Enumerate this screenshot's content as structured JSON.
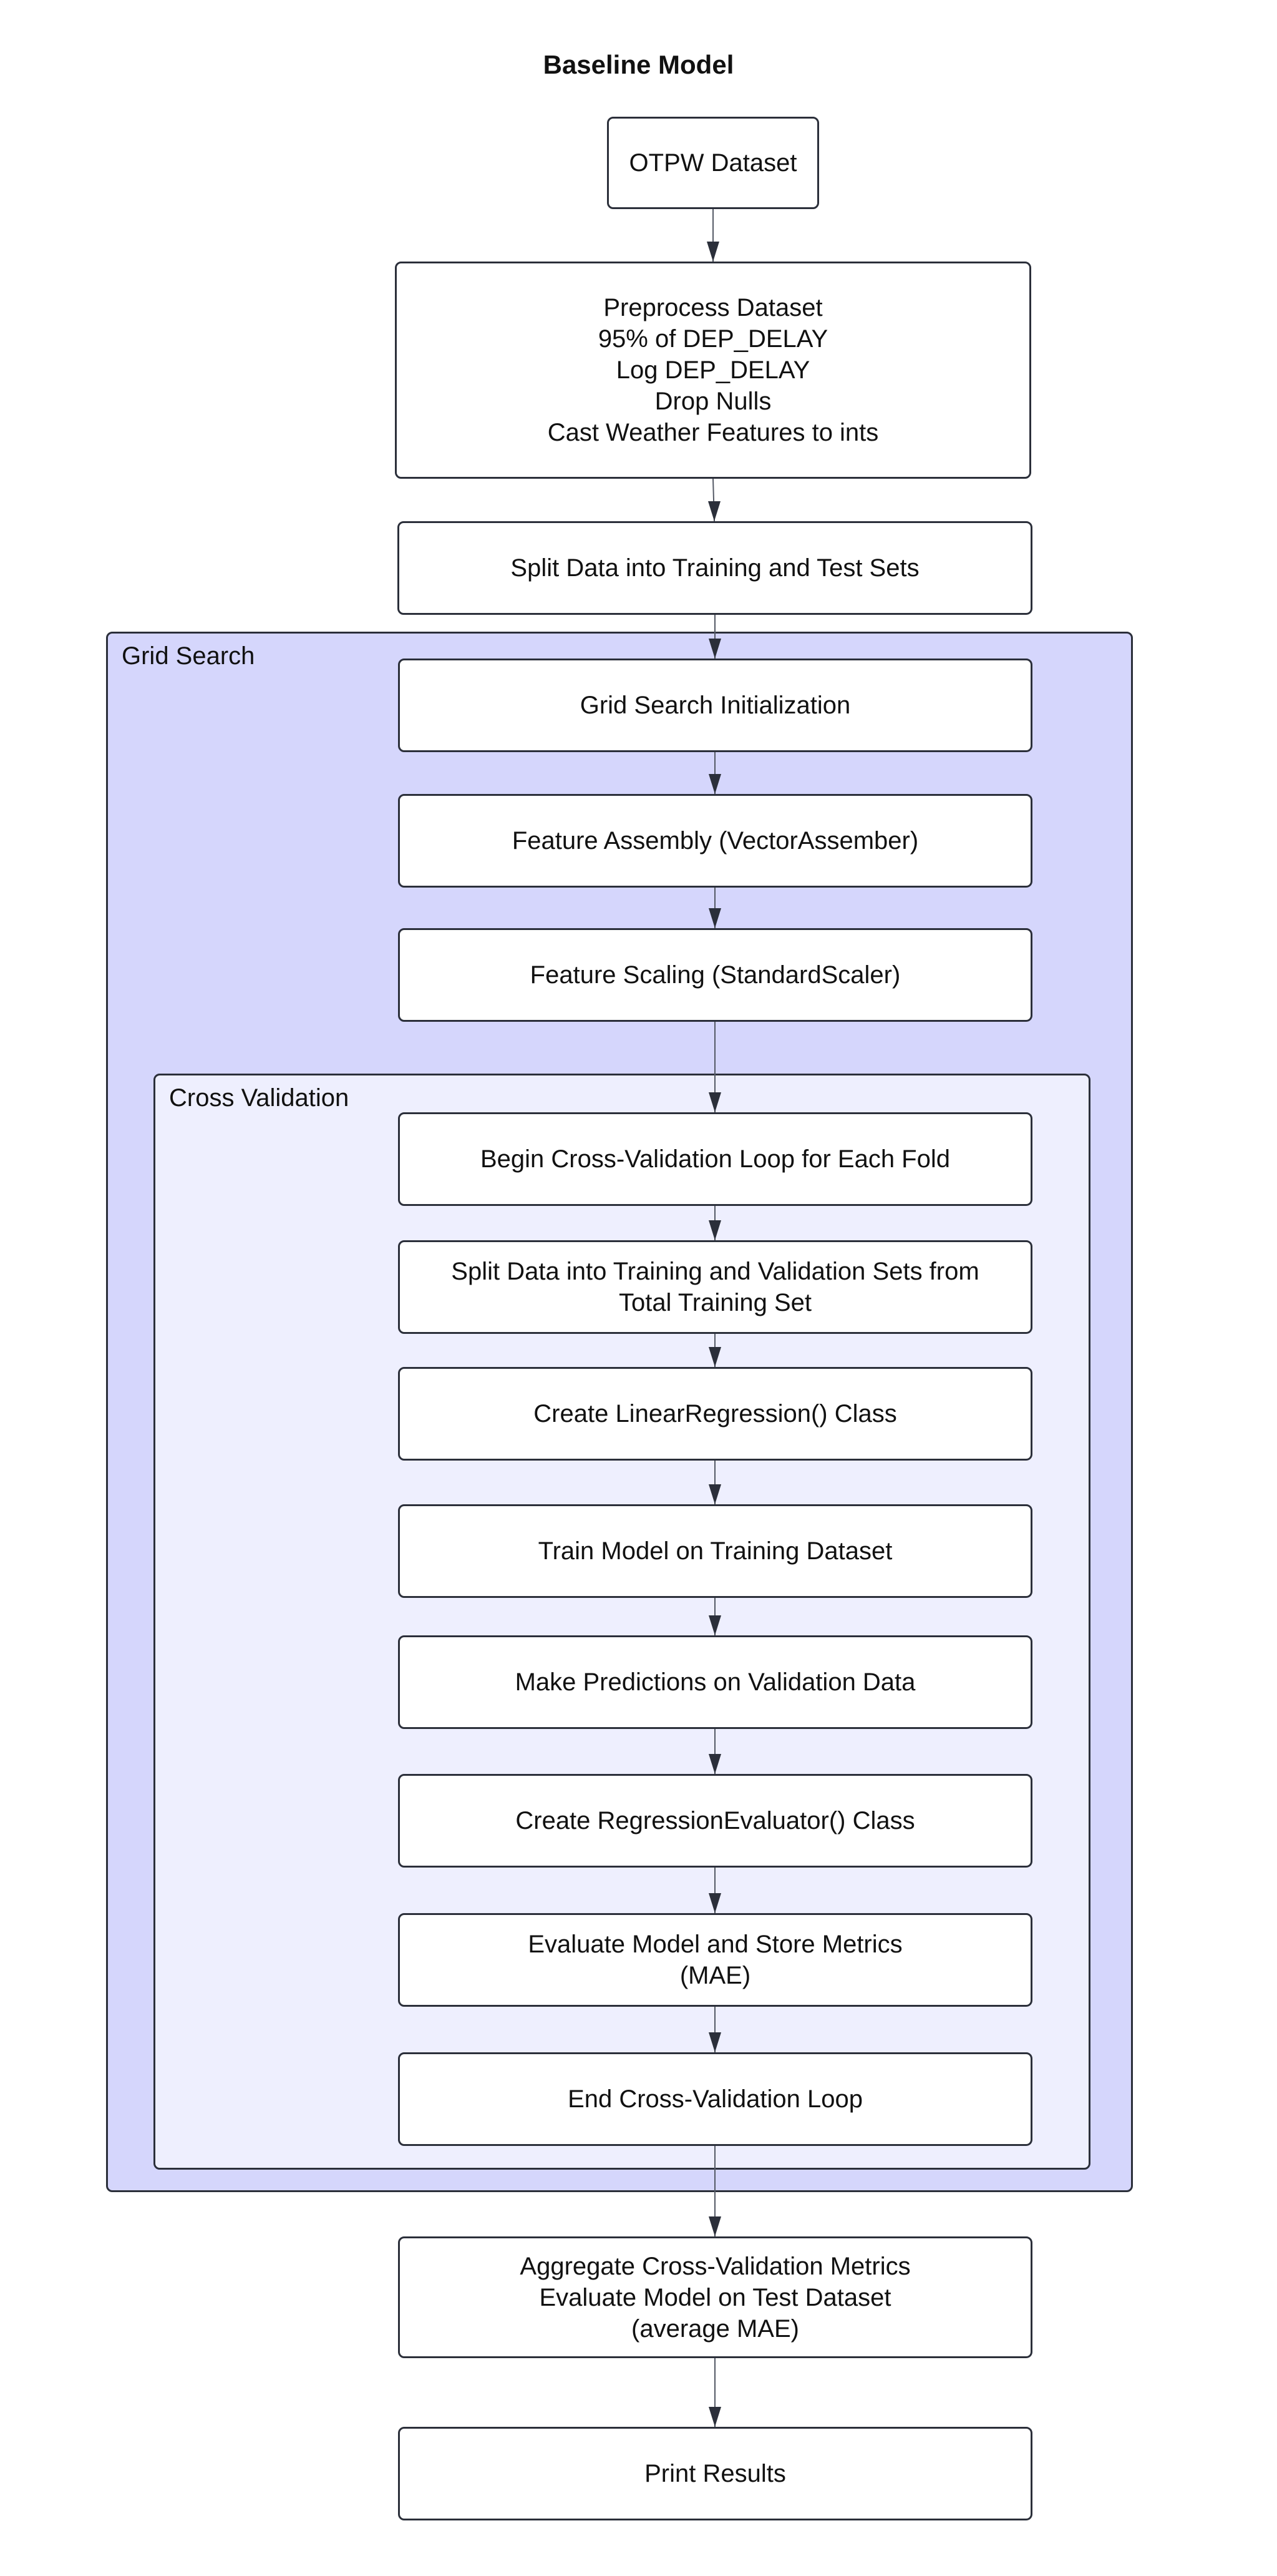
{
  "title": "Baseline Model",
  "groups": {
    "grid_search": "Grid Search",
    "cross_validation": "Cross Validation"
  },
  "nodes": {
    "otpw": "OTPW Dataset",
    "preprocess": "Preprocess Dataset\n95% of DEP_DELAY\nLog DEP_DELAY\nDrop Nulls\nCast Weather Features to ints",
    "split_train_test": "Split Data into Training and Test Sets",
    "grid_init": "Grid Search Initialization",
    "feature_assembly": "Feature Assembly (VectorAssember)",
    "feature_scaling": "Feature Scaling (StandardScaler)",
    "cv_begin": "Begin Cross-Validation Loop for Each Fold",
    "split_train_val": "Split Data into Training and Validation Sets from\nTotal Training Set",
    "create_lr": "Create LinearRegression() Class",
    "train_model": "Train Model on Training Dataset",
    "predict": "Make Predictions on Validation Data",
    "create_evaluator": "Create RegressionEvaluator() Class",
    "evaluate": "Evaluate Model and Store Metrics\n(MAE)",
    "cv_end": "End Cross-Validation Loop",
    "aggregate": "Aggregate Cross-Validation Metrics\nEvaluate Model on Test Dataset\n(average MAE)",
    "print_results": "Print Results"
  },
  "colors": {
    "grid_search_fill": "#d5d6fc",
    "cross_validation_fill": "#eeeffe",
    "border": "#2b2f3a",
    "edge": "#555a66"
  }
}
